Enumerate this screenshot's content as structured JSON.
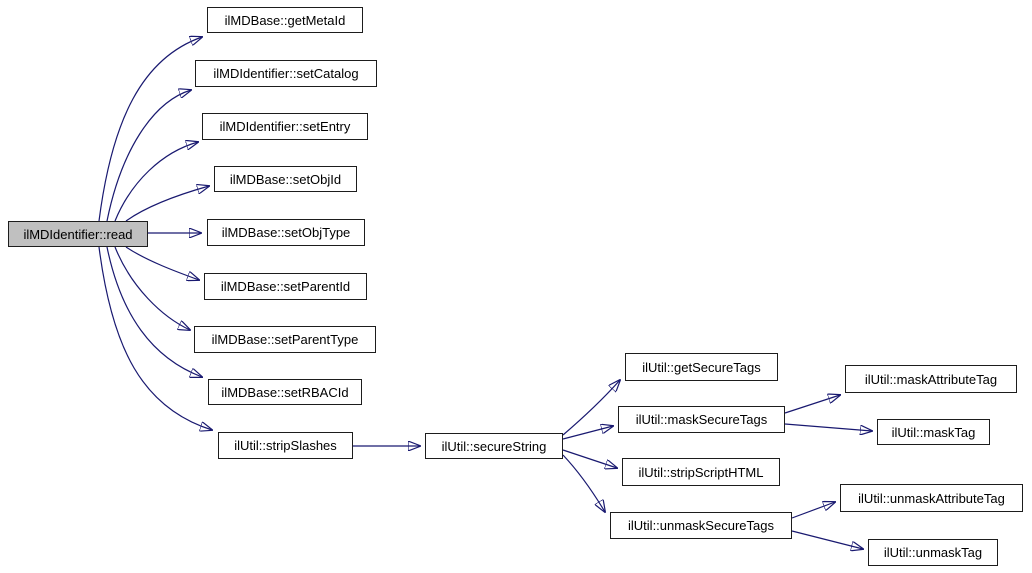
{
  "diagram": {
    "type": "call-graph",
    "colors": {
      "edge": "#191970",
      "node_border": "#1d1d1d",
      "node_fill": "#ffffff",
      "root_fill": "#c0c0c0",
      "text": "#000000",
      "background": "#ffffff"
    },
    "nodes": {
      "read": {
        "label": "ilMDIdentifier::read"
      },
      "getMetaId": {
        "label": "ilMDBase::getMetaId"
      },
      "setCatalog": {
        "label": "ilMDIdentifier::setCatalog"
      },
      "setEntry": {
        "label": "ilMDIdentifier::setEntry"
      },
      "setObjId": {
        "label": "ilMDBase::setObjId"
      },
      "setObjType": {
        "label": "ilMDBase::setObjType"
      },
      "setParentId": {
        "label": "ilMDBase::setParentId"
      },
      "setParentType": {
        "label": "ilMDBase::setParentType"
      },
      "setRBACId": {
        "label": "ilMDBase::setRBACId"
      },
      "stripSlashes": {
        "label": "ilUtil::stripSlashes"
      },
      "secureString": {
        "label": "ilUtil::secureString"
      },
      "getSecureTags": {
        "label": "ilUtil::getSecureTags"
      },
      "maskSecureTags": {
        "label": "ilUtil::maskSecureTags"
      },
      "stripScriptHTML": {
        "label": "ilUtil::stripScriptHTML"
      },
      "unmaskSecureTags": {
        "label": "ilUtil::unmaskSecureTags"
      },
      "maskAttributeTag": {
        "label": "ilUtil::maskAttributeTag"
      },
      "maskTag": {
        "label": "ilUtil::maskTag"
      },
      "unmaskAttributeTag": {
        "label": "ilUtil::unmaskAttributeTag"
      },
      "unmaskTag": {
        "label": "ilUtil::unmaskTag"
      }
    },
    "edges": [
      {
        "from": "read",
        "to": "getMetaId"
      },
      {
        "from": "read",
        "to": "setCatalog"
      },
      {
        "from": "read",
        "to": "setEntry"
      },
      {
        "from": "read",
        "to": "setObjId"
      },
      {
        "from": "read",
        "to": "setObjType"
      },
      {
        "from": "read",
        "to": "setParentId"
      },
      {
        "from": "read",
        "to": "setParentType"
      },
      {
        "from": "read",
        "to": "setRBACId"
      },
      {
        "from": "read",
        "to": "stripSlashes"
      },
      {
        "from": "stripSlashes",
        "to": "secureString"
      },
      {
        "from": "secureString",
        "to": "getSecureTags"
      },
      {
        "from": "secureString",
        "to": "maskSecureTags"
      },
      {
        "from": "secureString",
        "to": "stripScriptHTML"
      },
      {
        "from": "secureString",
        "to": "unmaskSecureTags"
      },
      {
        "from": "maskSecureTags",
        "to": "maskAttributeTag"
      },
      {
        "from": "maskSecureTags",
        "to": "maskTag"
      },
      {
        "from": "unmaskSecureTags",
        "to": "unmaskAttributeTag"
      },
      {
        "from": "unmaskSecureTags",
        "to": "unmaskTag"
      }
    ]
  }
}
